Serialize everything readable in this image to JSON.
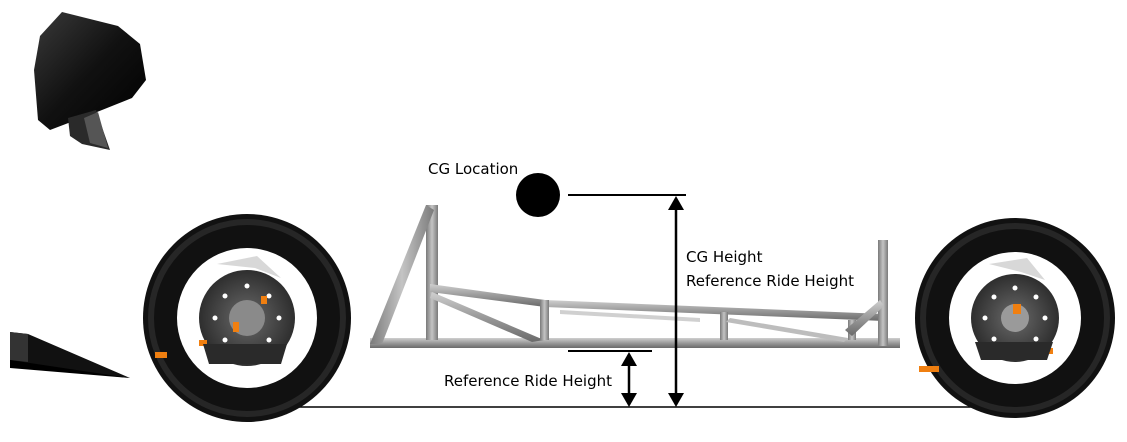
{
  "labels": {
    "cg_location": "CG Location",
    "cg_height_line1": "CG Height",
    "cg_height_line2": "Reference Ride Height",
    "reference_ride_height": "Reference Ride Height"
  },
  "colors": {
    "tire": "#0e0e0e",
    "rim": "#ffffff",
    "rotor": "#3a3a3a",
    "accent": "#f07f10",
    "frame": "#9a9a9a",
    "frame_dark": "#6f6f6f",
    "cg_dot": "#000000",
    "lines": "#000000"
  },
  "icons": {
    "helmet": "helmet-icon",
    "nose_wing": "front-wing-icon",
    "front_wheel": "wheel-icon",
    "rear_wheel": "wheel-icon",
    "cg_marker": "cg-dot-icon"
  }
}
